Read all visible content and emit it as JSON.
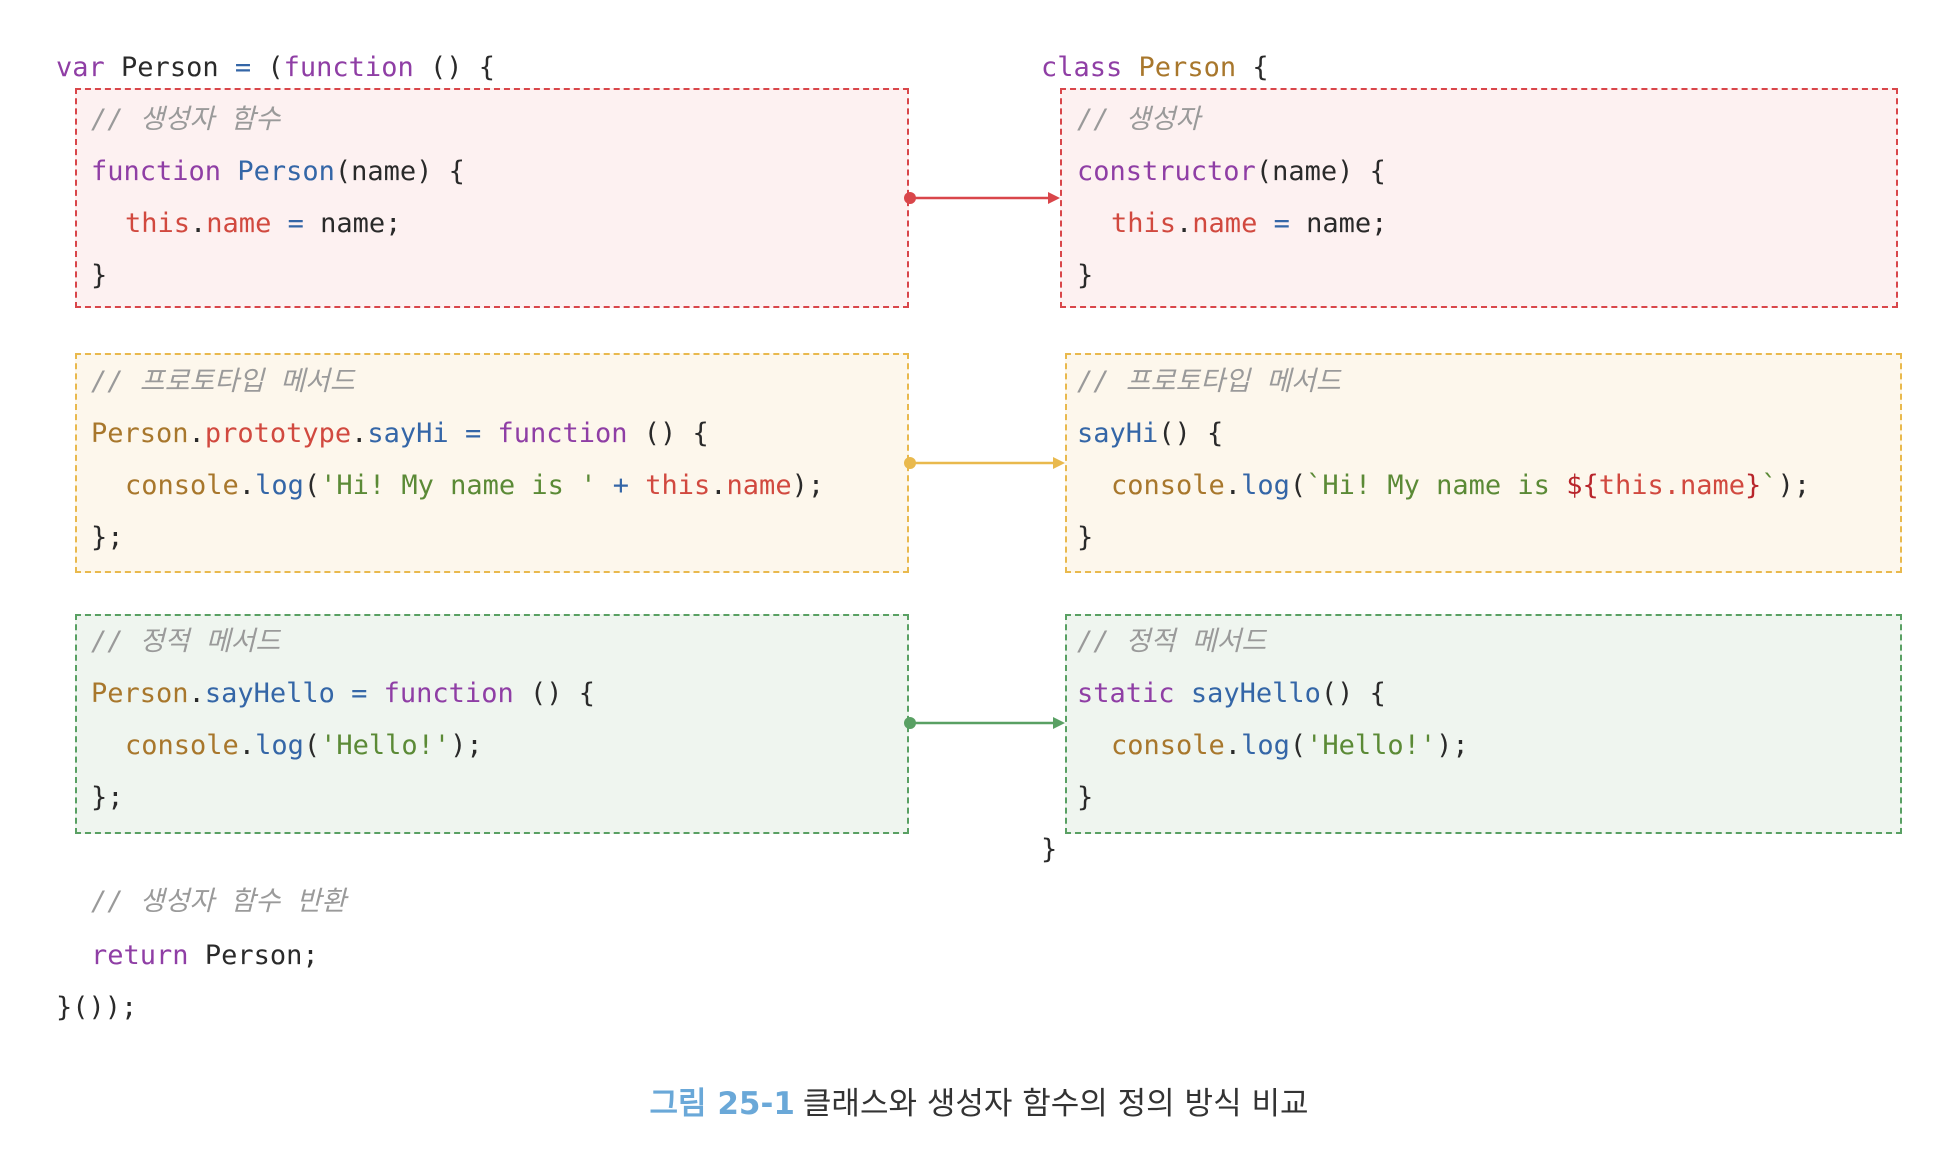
{
  "left": {
    "header": {
      "kw": "var",
      "name": "Person",
      "op": "=",
      "open": "(",
      "fn_kw": "function",
      "tail": "() {"
    },
    "ctor": {
      "comment": "// 생성자 함수",
      "l1_kw": "function",
      "l1_name": "Person",
      "l1_tail": "(name) {",
      "l2_this": "this",
      "l2_dot": ".",
      "l2_prop": "name",
      "l2_op": "=",
      "l2_tail": "name;",
      "l3": "}"
    },
    "proto": {
      "comment": "// 프로토타입 메서드",
      "l1_obj": "Person",
      "l1_d1": ".",
      "l1_proto": "prototype",
      "l1_d2": ".",
      "l1_method": "sayHi",
      "l1_op": "=",
      "l1_kw": "function",
      "l1_tail": "() {",
      "l2_obj": "console",
      "l2_dot": ".",
      "l2_method": "log",
      "l2_open": "(",
      "l2_str": "'Hi! My name is '",
      "l2_op": "+",
      "l2_this": "this",
      "l2_dot2": ".",
      "l2_prop": "name",
      "l2_close": ");",
      "l3": "};"
    },
    "static": {
      "comment": "// 정적 메서드",
      "l1_obj": "Person",
      "l1_dot": ".",
      "l1_method": "sayHello",
      "l1_op": "=",
      "l1_kw": "function",
      "l1_tail": "() {",
      "l2_obj": "console",
      "l2_dot": ".",
      "l2_method": "log",
      "l2_open": "(",
      "l2_str": "'Hello!'",
      "l2_close": ");",
      "l3": "};"
    },
    "ret_comment": "// 생성자 함수 반환",
    "ret_kw": "return",
    "ret_tail": "Person;",
    "footer": "}());"
  },
  "right": {
    "header": {
      "kw": "class",
      "name": "Person",
      "tail": "{"
    },
    "ctor": {
      "comment": "// 생성자",
      "l1_name": "constructor",
      "l1_tail": "(name) {",
      "l2_this": "this",
      "l2_dot": ".",
      "l2_prop": "name",
      "l2_op": "=",
      "l2_tail": "name;",
      "l3": "}"
    },
    "proto": {
      "comment": "// 프로토타입 메서드",
      "l1_name": "sayHi",
      "l1_tail": "() {",
      "l2_obj": "console",
      "l2_dot": ".",
      "l2_method": "log",
      "l2_open": "(",
      "l2_str_a": "`Hi! My name is ",
      "l2_tmpl_open": "${",
      "l2_tmpl_this": "this.name",
      "l2_tmpl_close": "}",
      "l2_str_b": "`",
      "l2_close": ");",
      "l3": "}"
    },
    "static": {
      "comment": "// 정적 메서드",
      "l1_kw": "static",
      "l1_name": "sayHello",
      "l1_tail": "() {",
      "l2_obj": "console",
      "l2_dot": ".",
      "l2_method": "log",
      "l2_open": "(",
      "l2_str": "'Hello!'",
      "l2_close": ");",
      "l3": "}"
    },
    "footer": "}"
  },
  "colors": {
    "constructor": "#d9464a",
    "prototype": "#e9b94d",
    "static": "#59a063"
  },
  "caption": {
    "label": "그림 25-1",
    "text": "클래스와 생성자 함수의 정의 방식 비교"
  }
}
